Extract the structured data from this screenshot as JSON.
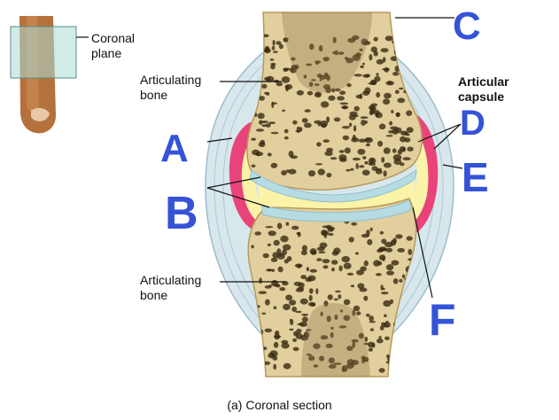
{
  "labels": {
    "coronal_plane": [
      "Coronal",
      "plane"
    ],
    "articulating_bone_top": [
      "Articulating",
      "bone"
    ],
    "articulating_bone_bottom": [
      "Articulating",
      "bone"
    ],
    "articular_capsule": [
      "Articular",
      "capsule"
    ]
  },
  "handwritten": {
    "a": "A",
    "b": "B",
    "c": "C",
    "d": "D",
    "e": "E",
    "f": "F"
  },
  "caption": "(a) Coronal section",
  "colors": {
    "bone": "#e2cf9e",
    "bone_pore": "#3a2a12",
    "cartilage": "#b7dbe3",
    "cavity": "#fbf3a8",
    "synovial": "#e8447a",
    "capsule": "#d7e7ec",
    "ink": "#3553d6",
    "finger": "#b5713c",
    "plane": "#a9dcd6"
  }
}
